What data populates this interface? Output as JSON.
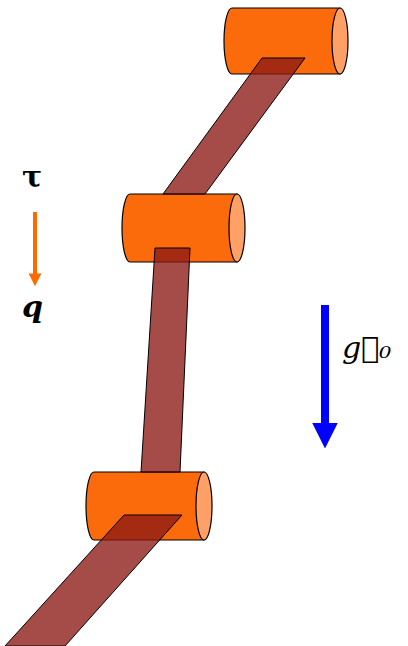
{
  "diagram": {
    "labels": [
      "τ",
      "q",
      "g⃗₀"
    ]
  }
}
